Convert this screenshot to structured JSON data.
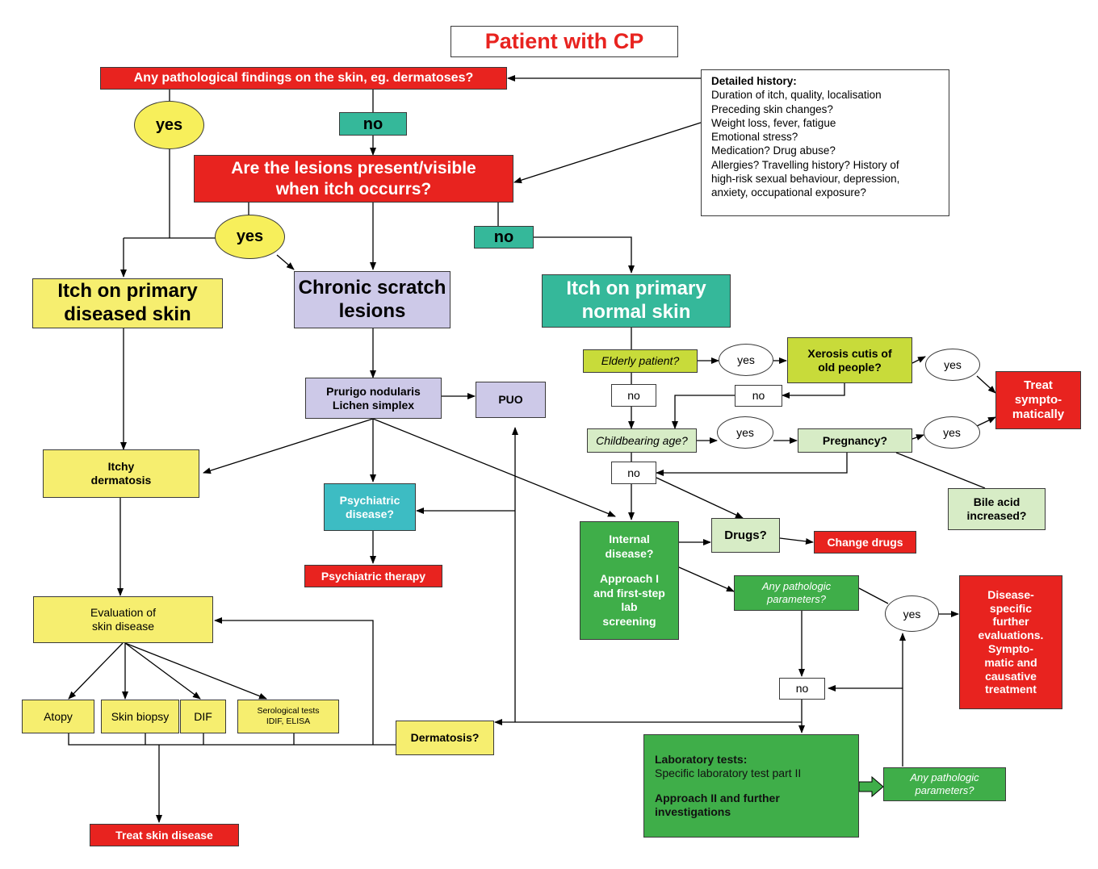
{
  "title": "Patient with CP",
  "nodes": {
    "q_skin": "Any pathological findings on the skin, eg. dermatoses?",
    "history": {
      "heading": "Detailed history:",
      "lines": [
        "Duration of itch, quality, localisation",
        "Preceding skin changes?",
        "Weight loss, fever, fatigue",
        "Emotional stress?",
        "Medication? Drug abuse?",
        "Allergies? Travelling history? History of",
        "high-risk sexual behaviour, depression,",
        "anxiety, occupational exposure?"
      ]
    },
    "yes1": "yes",
    "no1": "no",
    "q_lesions": [
      "Are the lesions present/visible",
      "when itch occurrs?"
    ],
    "yes2": "yes",
    "no2": "no",
    "itch_diseased": [
      "Itch on primary",
      "diseased skin"
    ],
    "chronic_scratch": [
      "Chronic scratch",
      "lesions"
    ],
    "itch_normal": [
      "Itch on primary",
      "normal skin"
    ],
    "elderly": "Elderly patient?",
    "yes_elderly": "yes",
    "xerosis": [
      "Xerosis cutis of",
      "old people?"
    ],
    "yes_xerosis": "yes",
    "treat_sympt": [
      "Treat",
      "sympto-",
      "matically"
    ],
    "no_xerosis": "no",
    "no_elderly": "no",
    "childbearing": "Childbearing age?",
    "yes_child": "yes",
    "pregnancy": "Pregnancy?",
    "yes_preg": "yes",
    "no_child": "no",
    "bile": [
      "Bile acid",
      "increased?"
    ],
    "prurigo": [
      "Prurigo nodularis",
      "Lichen simplex"
    ],
    "puo": "PUO",
    "itchy_derm": [
      "Itchy",
      "dermatosis"
    ],
    "psych_disease": [
      "Psychiatric",
      "disease?"
    ],
    "psych_therapy": "Psychiatric therapy",
    "internal": {
      "q": [
        "Internal",
        "disease?"
      ],
      "approach": [
        "Approach I",
        "and first-step",
        "lab",
        "screening"
      ]
    },
    "drugs": "Drugs?",
    "change_drugs": "Change drugs",
    "any_path1": [
      "Any pathologic",
      "parameters?"
    ],
    "yes_path": "yes",
    "disease_specific": [
      "Disease-",
      "specific",
      "further",
      "evaluations.",
      "Sympto-",
      "matic and",
      "causative",
      "treatment"
    ],
    "eval_skin": [
      "Evaluation of",
      "skin disease"
    ],
    "atopy": "Atopy",
    "biopsy": "Skin biopsy",
    "dif": "DIF",
    "serology": [
      "Serological tests",
      "IDIF, ELISA"
    ],
    "dermatosis_q": "Dermatosis?",
    "treat_skin": "Treat skin disease",
    "no_path": "no",
    "lab": {
      "heading": "Laboratory tests:",
      "line": "Specific laboratory test part II",
      "approach": [
        "Approach II and further",
        "investigations"
      ]
    },
    "any_path2": [
      "Any pathologic",
      "parameters?"
    ]
  },
  "colors": {
    "red": "#e8231f",
    "yellow": "#f6ee6f",
    "lavender": "#cdc9e8",
    "teal": "#35b89a",
    "lime": "#c8db3a",
    "pale_green": "#d7ecc6",
    "green": "#3fae49",
    "cyan": "#3dbcc3"
  }
}
